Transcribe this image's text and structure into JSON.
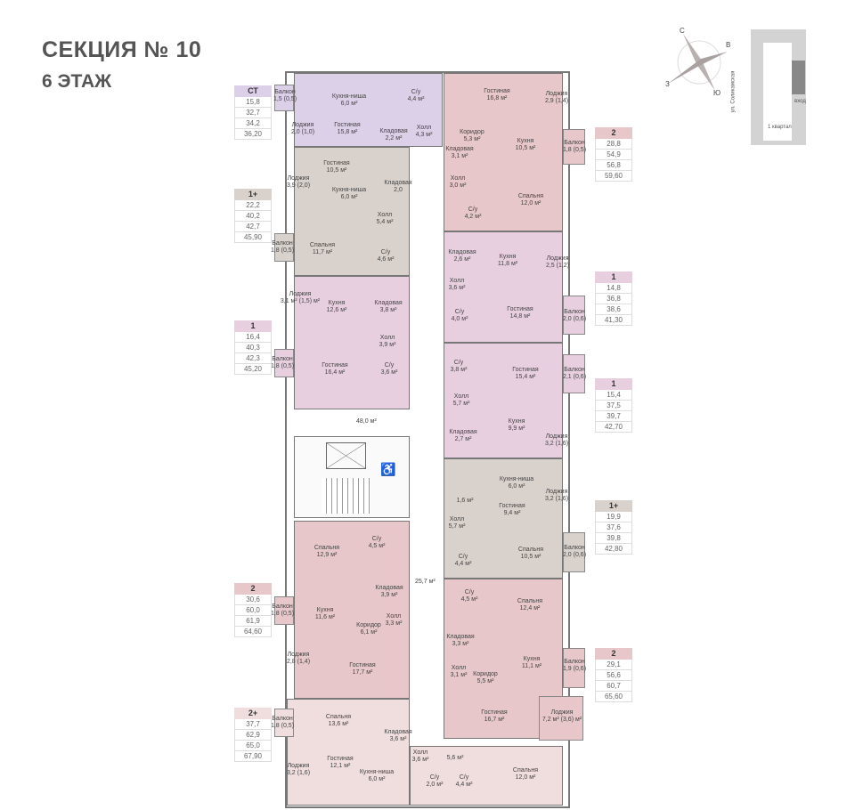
{
  "header": {
    "title": "СЕКЦИЯ № 10",
    "floor": "6 ЭТАЖ"
  },
  "compass": {
    "n": "С",
    "e": "В",
    "s": "Ю",
    "w": "З"
  },
  "site_map": {
    "street": "ул. Соликамская",
    "entrance": "вход",
    "block": "1 квартал"
  },
  "colors": {
    "studio": "#dccfe8",
    "one_plus": "#d9d1cc",
    "one": "#e8cfe0",
    "two": "#e8c7ca",
    "two_plus": "#f0dddd"
  },
  "common": {
    "lobby": "48,0 м²",
    "hall": "25,7 м²"
  },
  "legends": [
    {
      "type": "СТ",
      "values": [
        "15,8",
        "32,7",
        "34,2",
        "36,20"
      ]
    },
    {
      "type": "1+",
      "values": [
        "22,2",
        "40,2",
        "42,7",
        "45,90"
      ]
    },
    {
      "type": "1",
      "values": [
        "16,4",
        "40,3",
        "42,3",
        "45,20"
      ]
    },
    {
      "type": "2",
      "values": [
        "30,6",
        "60,0",
        "61,9",
        "64,60"
      ]
    },
    {
      "type": "2+",
      "values": [
        "37,7",
        "62,9",
        "65,0",
        "67,90"
      ]
    },
    {
      "type": "2",
      "values": [
        "28,8",
        "54,9",
        "56,8",
        "59,60"
      ]
    },
    {
      "type": "1",
      "values": [
        "14,8",
        "36,8",
        "38,6",
        "41,30"
      ]
    },
    {
      "type": "1",
      "values": [
        "15,4",
        "37,5",
        "39,7",
        "42,70"
      ]
    },
    {
      "type": "1+",
      "values": [
        "19,9",
        "37,6",
        "39,8",
        "42,80"
      ]
    },
    {
      "type": "2",
      "values": [
        "29,1",
        "56,6",
        "60,7",
        "65,60"
      ]
    }
  ],
  "rooms": [
    {
      "name": "Балкон",
      "area": "1,5 (0,5)"
    },
    {
      "name": "Кухня-ниша",
      "area": "6,0 м²"
    },
    {
      "name": "С/у",
      "area": "4,4 м²"
    },
    {
      "name": "Гостиная",
      "area": "15,8 м²"
    },
    {
      "name": "Кладовая",
      "area": "2,2 м²"
    },
    {
      "name": "Холл",
      "area": "4,3 м²"
    },
    {
      "name": "Лоджия",
      "area": "2,0 (1,0)"
    },
    {
      "name": "Гостиная",
      "area": "10,5 м²"
    },
    {
      "name": "Кухня-ниша",
      "area": "6,0 м²"
    },
    {
      "name": "Лоджия",
      "area": "3,9 (2,0)"
    },
    {
      "name": "Кладовая",
      "area": "2,0"
    },
    {
      "name": "Холл",
      "area": "5,4 м²"
    },
    {
      "name": "Спальня",
      "area": "11,7 м²"
    },
    {
      "name": "С/у",
      "area": "4,6 м²"
    },
    {
      "name": "Балкон",
      "area": "1,8 (0,5)"
    },
    {
      "name": "Лоджия",
      "area": "3,1 м² (1,5) м²"
    },
    {
      "name": "Кухня",
      "area": "12,6 м²"
    },
    {
      "name": "Кладовая",
      "area": "3,8 м²"
    },
    {
      "name": "Холл",
      "area": "3,9 м²"
    },
    {
      "name": "Гостиная",
      "area": "16,4 м²"
    },
    {
      "name": "С/у",
      "area": "3,6 м²"
    },
    {
      "name": "Балкон",
      "area": "1,8 (0,5)"
    },
    {
      "name": "С/у",
      "area": "4,5 м²"
    },
    {
      "name": "Спальня",
      "area": "12,9 м²"
    },
    {
      "name": "Кладовая",
      "area": "3,9 м²"
    },
    {
      "name": "Кухня",
      "area": "11,6 м²"
    },
    {
      "name": "Балкон",
      "area": "1,8 (0,5)"
    },
    {
      "name": "Холл",
      "area": "3,3 м²"
    },
    {
      "name": "Коридор",
      "area": "6,1 м²"
    },
    {
      "name": "Лоджия",
      "area": "2,8 (1,4)"
    },
    {
      "name": "Гостиная",
      "area": "17,7 м²"
    },
    {
      "name": "Балкон",
      "area": "1,8 (0,5)"
    },
    {
      "name": "Спальня",
      "area": "13,6 м²"
    },
    {
      "name": "Кладовая",
      "area": "3,6 м²"
    },
    {
      "name": "Лоджия",
      "area": "3,2 (1,6)"
    },
    {
      "name": "Гостиная",
      "area": "12,1 м²"
    },
    {
      "name": "Кухня-ниша",
      "area": "6,0 м²"
    },
    {
      "name": "Холл",
      "area": "3,6 м²"
    },
    {
      "name": "",
      "area": "5,6 м²"
    },
    {
      "name": "С/у",
      "area": "2,0 м²"
    },
    {
      "name": "С/у",
      "area": "4,4 м²"
    },
    {
      "name": "Спальня",
      "area": "12,0 м²"
    },
    {
      "name": "Гостиная",
      "area": "16,8 м²"
    },
    {
      "name": "Лоджия",
      "area": "2,9 (1,4)"
    },
    {
      "name": "Коридор",
      "area": "5,3 м²"
    },
    {
      "name": "Кухня",
      "area": "10,5 м²"
    },
    {
      "name": "Кладовая",
      "area": "3,1 м²"
    },
    {
      "name": "Балкон",
      "area": "1,8 (0,5)"
    },
    {
      "name": "Холл",
      "area": "3,0 м²"
    },
    {
      "name": "Спальня",
      "area": "12,0 м²"
    },
    {
      "name": "С/у",
      "area": "4,2 м²"
    },
    {
      "name": "Кладовая",
      "area": "2,6 м²"
    },
    {
      "name": "Кухня",
      "area": "11,8 м²"
    },
    {
      "name": "Лоджия",
      "area": "2,5 (1,2)"
    },
    {
      "name": "Холл",
      "area": "3,6 м²"
    },
    {
      "name": "С/у",
      "area": "4,0 м²"
    },
    {
      "name": "Гостиная",
      "area": "14,8 м²"
    },
    {
      "name": "Балкон",
      "area": "2,0 (0,6)"
    },
    {
      "name": "С/у",
      "area": "3,8 м²"
    },
    {
      "name": "Гостиная",
      "area": "15,4 м²"
    },
    {
      "name": "Балкон",
      "area": "2,1 (0,6)"
    },
    {
      "name": "Холл",
      "area": "5,7 м²"
    },
    {
      "name": "Кухня",
      "area": "9,9 м²"
    },
    {
      "name": "Кладовая",
      "area": "2,7 м²"
    },
    {
      "name": "Лоджия",
      "area": "3,2 (1,6)"
    },
    {
      "name": "Кухня-ниша",
      "area": "6,0 м²"
    },
    {
      "name": "Лоджия",
      "area": "3,2 (1,6)"
    },
    {
      "name": "",
      "area": "1,6 м²"
    },
    {
      "name": "Гостиная",
      "area": "9,4 м²"
    },
    {
      "name": "Холл",
      "area": "5,7 м²"
    },
    {
      "name": "Спальня",
      "area": "10,5 м²"
    },
    {
      "name": "Балкон",
      "area": "2,0 (0,6)"
    },
    {
      "name": "С/у",
      "area": "4,4 м²"
    },
    {
      "name": "С/у",
      "area": "4,5 м²"
    },
    {
      "name": "Спальня",
      "area": "12,4 м²"
    },
    {
      "name": "Кладовая",
      "area": "3,3 м²"
    },
    {
      "name": "Кухня",
      "area": "11,1 м²"
    },
    {
      "name": "Балкон",
      "area": "1,9 (0,6)"
    },
    {
      "name": "Холл",
      "area": "3,1 м²"
    },
    {
      "name": "Коридор",
      "area": "5,5 м²"
    },
    {
      "name": "Гостиная",
      "area": "16,7 м²"
    },
    {
      "name": "Лоджия",
      "area": "7,2 м² (3,6) м²"
    }
  ]
}
